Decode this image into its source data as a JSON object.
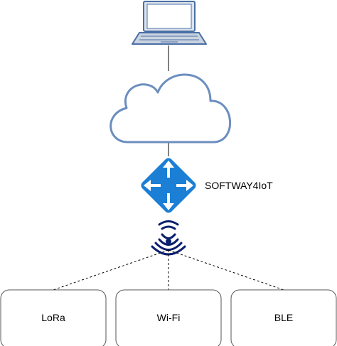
{
  "gateway": {
    "label": "SOFTWAY4IoT"
  },
  "technologies": [
    {
      "label": "LoRa"
    },
    {
      "label": "Wi-Fi"
    },
    {
      "label": "BLE"
    }
  ],
  "icons": {
    "client": "laptop-icon",
    "cloud": "cloud-icon",
    "gateway": "router-icon",
    "radio": "wireless-signal-icon"
  },
  "colors": {
    "laptop_stroke": "#4a6fa5",
    "laptop_fill": "#dce3ec",
    "cloud_stroke": "#6c8ebf",
    "router_fill": "#1b7fd6",
    "wireless": "#0a1f6e",
    "box_stroke": "#555555"
  }
}
